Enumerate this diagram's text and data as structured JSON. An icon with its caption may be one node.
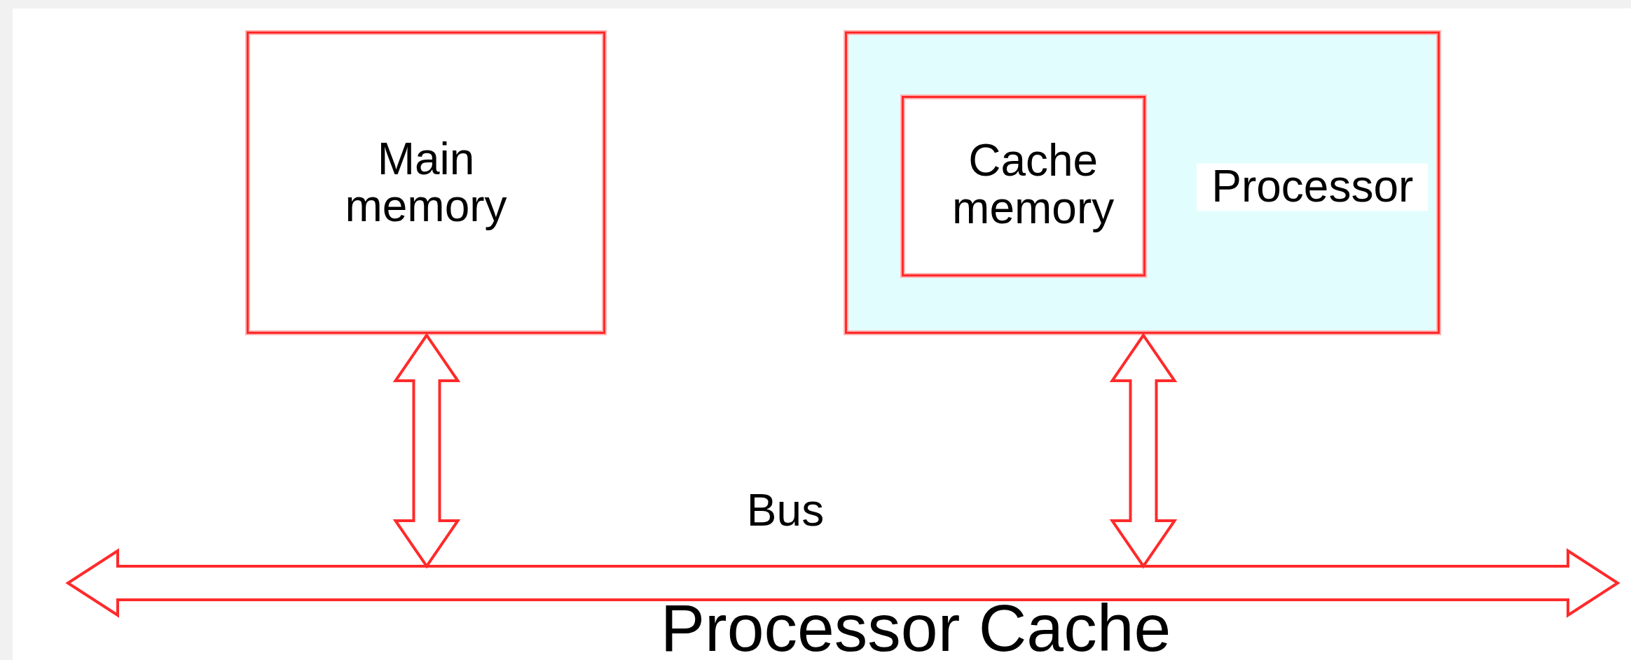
{
  "diagram": {
    "caption": "Processor Cache",
    "nodes": [
      {
        "text": [
          "Main memory"
        ]
      },
      {
        "text": [
          "Processor"
        ]
      },
      {
        "text": [
          "Cache memory"
        ],
        "in": 1
      },
      {
        "text": [],
        "shape": "bar",
        "beside": [
          "Bus"
        ]
      }
    ],
    "edges": [
      {
        "from": 0,
        "to": 3,
        "arrow": "both"
      },
      {
        "from": 1,
        "to": 3,
        "arrow": "both"
      }
    ]
  }
}
